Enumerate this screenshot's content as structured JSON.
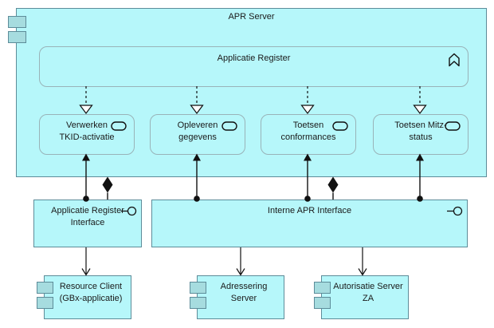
{
  "apr_server": {
    "label": "APR Server"
  },
  "applicatie_register": {
    "label": "Applicatie Register"
  },
  "functions": [
    {
      "line1": "Verwerken",
      "line2": "TKID-activatie"
    },
    {
      "line1": "Opleveren",
      "line2": "gegevens"
    },
    {
      "line1": "Toetsen",
      "line2": "conformances"
    },
    {
      "line1": "Toetsen Mitz-",
      "line2": "status"
    }
  ],
  "interfaces": {
    "applicatie_register_interface": {
      "line1": "Applicatie Register",
      "line2": "Interface"
    },
    "interne_apr_interface": {
      "label": "Interne APR Interface"
    }
  },
  "components": [
    {
      "line1": "Resource Client",
      "line2": "(GBx-applicatie)"
    },
    {
      "line1": "Adressering",
      "line2": "Server"
    },
    {
      "line1": "Autorisatie Server",
      "line2": "ZA"
    }
  ],
  "icons": {
    "component_icon": "two protruding rectangles on left edge",
    "function_icon": "upward chevron band outline",
    "service_icon": "rounded pill outline",
    "interface_icon": "lollipop circle on line",
    "composition_icon": "filled black diamond",
    "realization_icon": "dashed line with open triangle",
    "assignment_icon": "solid line with ball and filled arrow"
  },
  "colors": {
    "element_fill": "#b6f7fa",
    "prong_fill": "#a6dcdf",
    "rect_border": "#5d8c99",
    "rounded_border": "#99b3b8",
    "connector": "#111111",
    "text": "#1a1a1a",
    "background": "#ffffff"
  }
}
